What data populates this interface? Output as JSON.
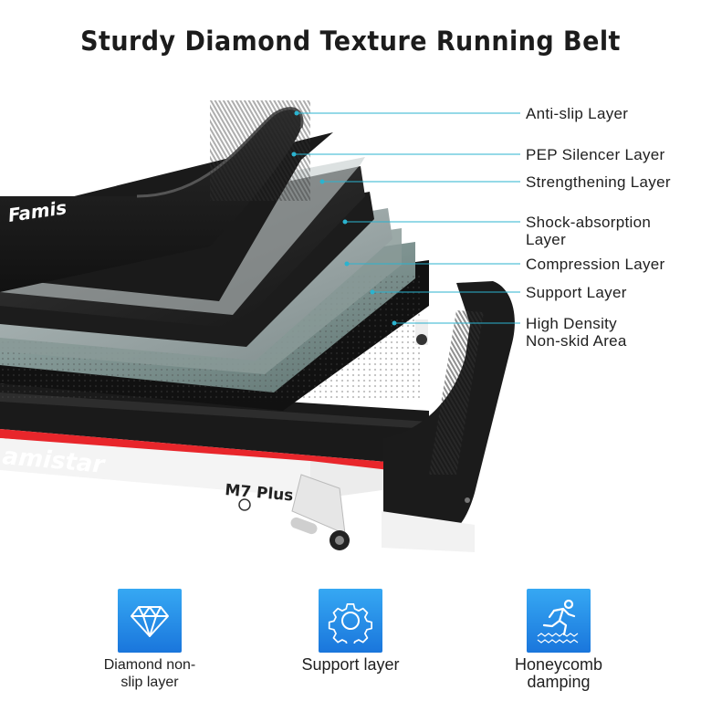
{
  "title": "Sturdy Diamond Texture Running Belt",
  "layers": [
    {
      "label": "Anti-slip Layer"
    },
    {
      "label": "PEP Silencer Layer"
    },
    {
      "label": "Strengthening Layer"
    },
    {
      "label": "Shock-absorption\nLayer"
    },
    {
      "label": "Compression Layer"
    },
    {
      "label": "Support Layer"
    },
    {
      "label": "High Density\nNon-skid Area"
    }
  ],
  "product": {
    "brand_partial": "Famis",
    "brand_lower": "amistar",
    "model": "M7 Plus"
  },
  "features": [
    {
      "caption": "Diamond non-\nslip layer",
      "icon": "diamond-icon"
    },
    {
      "caption": "Support layer",
      "icon": "gear-icon"
    },
    {
      "caption": "Honeycomb\ndamping",
      "icon": "runner-honeycomb-icon"
    }
  ],
  "colors": {
    "accent_blue": "#2a8fe8",
    "leader_line": "#2bb3cf",
    "red_stripe": "#e8262b"
  }
}
